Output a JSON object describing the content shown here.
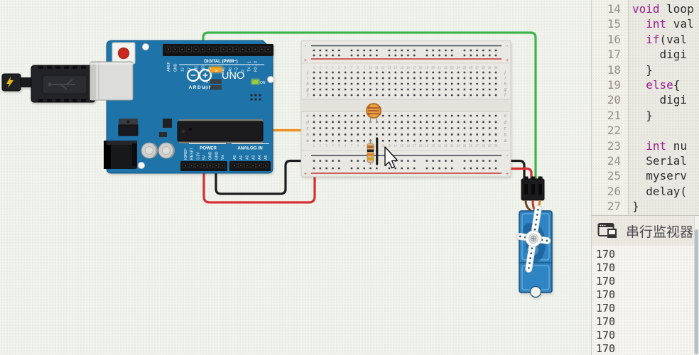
{
  "colors": {
    "canvas_bg": "#f0f2ec",
    "arduino_blue": "#1e74a8",
    "breadboard_body": "#e9e8e2",
    "servo_blue": "#2f85c4",
    "wire_green": "#3cb44a",
    "wire_orange": "#ef8e1a",
    "wire_red": "#d62f2f",
    "wire_black": "#1d1d1f",
    "led_l_lit": "#f5a623",
    "led_on_lit": "#9ccb3b",
    "keyword": "#981c8e",
    "code_text": "#2d2d2d"
  },
  "code_editor": {
    "lines": [
      {
        "num": "14",
        "segments": [
          {
            "t": "void",
            "c": "kw"
          },
          {
            "t": " loop",
            "c": "tx"
          }
        ]
      },
      {
        "num": "15",
        "segments": [
          {
            "t": "  ",
            "c": "tx"
          },
          {
            "t": "int",
            "c": "kw"
          },
          {
            "t": " val",
            "c": "tx"
          }
        ]
      },
      {
        "num": "16",
        "segments": [
          {
            "t": "  ",
            "c": "tx"
          },
          {
            "t": "if",
            "c": "kw"
          },
          {
            "t": "(val",
            "c": "tx"
          }
        ]
      },
      {
        "num": "17",
        "segments": [
          {
            "t": "    digi",
            "c": "tx"
          }
        ]
      },
      {
        "num": "18",
        "segments": [
          {
            "t": "  }",
            "c": "tx"
          }
        ]
      },
      {
        "num": "19",
        "segments": [
          {
            "t": "  ",
            "c": "tx"
          },
          {
            "t": "else",
            "c": "kw"
          },
          {
            "t": "{",
            "c": "tx"
          }
        ]
      },
      {
        "num": "20",
        "segments": [
          {
            "t": "    digi",
            "c": "tx"
          }
        ]
      },
      {
        "num": "21",
        "segments": [
          {
            "t": "  }",
            "c": "tx"
          }
        ]
      },
      {
        "num": "22",
        "segments": []
      },
      {
        "num": "23",
        "segments": [
          {
            "t": "  ",
            "c": "tx"
          },
          {
            "t": "int",
            "c": "kw"
          },
          {
            "t": " nu",
            "c": "tx"
          }
        ]
      },
      {
        "num": "24",
        "segments": [
          {
            "t": "  Serial",
            "c": "tx"
          }
        ]
      },
      {
        "num": "25",
        "segments": [
          {
            "t": "  myserv",
            "c": "tx"
          }
        ]
      },
      {
        "num": "26",
        "segments": [
          {
            "t": "  delay(",
            "c": "tx"
          }
        ]
      },
      {
        "num": "27",
        "segments": [
          {
            "t": "}",
            "c": "tx"
          }
        ]
      }
    ]
  },
  "serial_monitor": {
    "title": "串行监视器",
    "icon": "console-window-icon",
    "values": [
      "170",
      "170",
      "170",
      "170",
      "170",
      "170",
      "170",
      "170"
    ]
  },
  "arduino": {
    "logo_text": "UNO",
    "brand": "ARDUINO",
    "digital_label": "DIGITAL (PWM~)",
    "power_label": "POWER",
    "analog_label": "ANALOG IN",
    "led_l": "L",
    "led_tx": "TX",
    "led_rx": "RX",
    "led_on": "ON",
    "digital_pins": [
      "AREF",
      "GND",
      "13",
      "12",
      "~11",
      "~10",
      "~9",
      "8",
      "7",
      "~6",
      "~5",
      "4",
      "~3",
      "2",
      "TX→1",
      "RX←0"
    ],
    "power_pins": [
      "IOREF",
      "RESET",
      "3.3V",
      "5V",
      "GND",
      "GND",
      "Vin"
    ],
    "analog_pins": [
      "A0",
      "A1",
      "A2",
      "A3",
      "A4",
      "A5"
    ]
  },
  "breadboard": {
    "columns": 30,
    "row_labels_top": [
      "j",
      "i",
      "h",
      "g",
      "f"
    ],
    "row_labels_bottom": [
      "e",
      "d",
      "c",
      "b",
      "a"
    ],
    "plus_sign": "+",
    "minus_sign": "-"
  }
}
